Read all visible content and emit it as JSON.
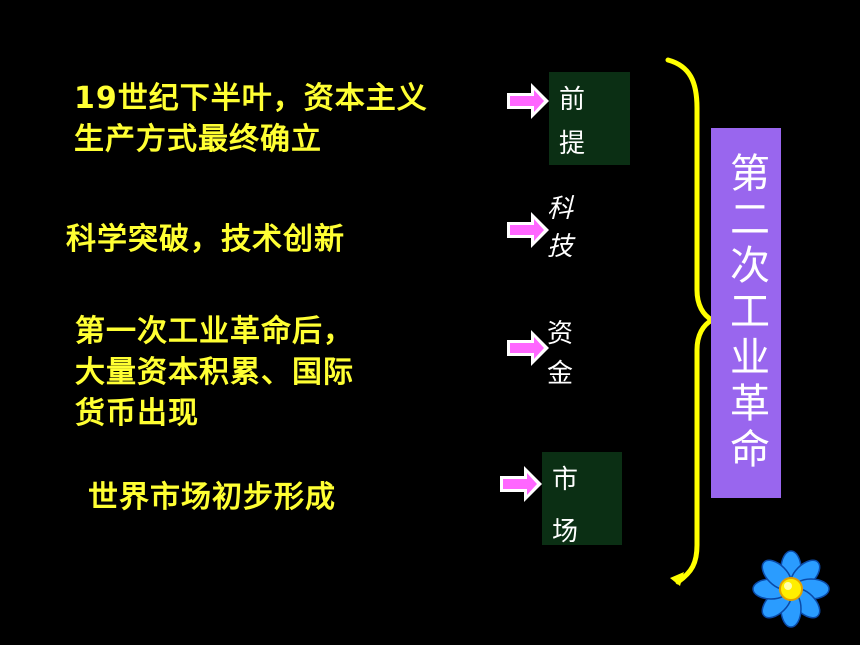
{
  "conditions": [
    {
      "text": "19世纪下半叶，资本主义\n生产方式最终确立",
      "label": "前\n提"
    },
    {
      "text": "科学突破，技术创新",
      "label": "科\n技"
    },
    {
      "text": "第一次工业革命后，\n大量资本积累、国际\n货币出现",
      "label": "资\n金"
    },
    {
      "text": "世界市场初步形成",
      "label": "市\n场"
    }
  ],
  "result": {
    "text": "第二次工业革命"
  },
  "colors": {
    "background": "#000000",
    "condition_text": "#ffff33",
    "arrow": "#ff66ff",
    "box": "#0b2f14",
    "result_box": "#9966ee",
    "brace": "#ffff00"
  },
  "icons": {
    "decoration": "flower-icon"
  }
}
